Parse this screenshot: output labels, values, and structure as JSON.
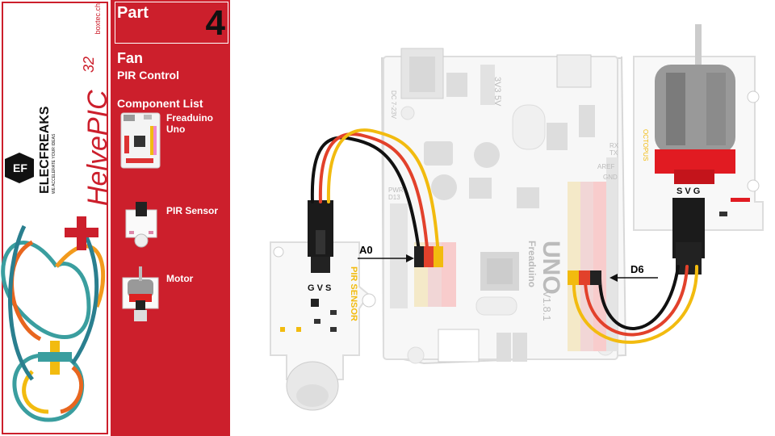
{
  "brand": {
    "site": "boxtec.ch",
    "helve_text": "HelvePIC32",
    "helve_main": "HelvePIC",
    "helve_sup": "32",
    "elecfreaks": "ELECFREAKS",
    "elecfreaks_tag": "WE ACCELERATE YOUR IDEAS"
  },
  "panel": {
    "part_label": "Part",
    "part_number": "4",
    "title": "Fan",
    "subtitle": "PIR Control",
    "component_list_label": "Component List",
    "components": [
      {
        "label": "Freaduino\nUno",
        "icon": "board-icon"
      },
      {
        "label": "PIR Sensor",
        "icon": "pir-sensor-icon"
      },
      {
        "label": "Motor",
        "icon": "motor-icon"
      }
    ]
  },
  "diagram": {
    "pin_a0": "A0",
    "pin_d6": "D6",
    "pir_pins": "G V S",
    "motor_pins": "S V G",
    "pir_module_text": "PIR SENSOR",
    "motor_module_text": "OCTOPUS",
    "board_name": "UNO",
    "board_brand": "Freaduino",
    "board_version": "V1.8.1",
    "dc_label": "DC 7-23V",
    "v_labels": [
      "3V3",
      "5V"
    ],
    "right_labels": [
      "RX",
      "TX",
      "AREF",
      "GND"
    ],
    "pwr_label": "PWR",
    "d13_label": "D13"
  },
  "colors": {
    "red": "#cc1f2c",
    "wire_black": "#111111",
    "wire_red": "#e2412b",
    "wire_yellow": "#f2bb0f"
  }
}
